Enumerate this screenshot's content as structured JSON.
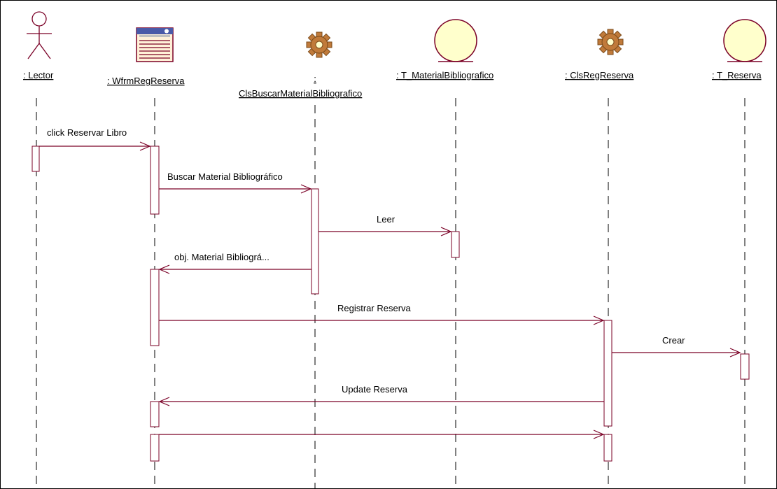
{
  "diagram": {
    "colors": {
      "line": "#7a0026",
      "lifeline": "#000000",
      "gear": "#c07a3a",
      "entity_fill": "#ffffcc",
      "window_fill": "#fff0d8"
    },
    "objects": [
      {
        "id": "lector",
        "label": ":  Lector",
        "icon": "actor-icon"
      },
      {
        "id": "wfrm",
        "label": ": WfrmRegReserva",
        "icon": "boundary-window-icon"
      },
      {
        "id": "buscar",
        "label_line1": ":",
        "label_line2": "ClsBuscarMaterialBibliografico",
        "icon": "control-gear-icon"
      },
      {
        "id": "tmat",
        "label": ": T_MaterialBibliografico",
        "icon": "entity-circle-icon"
      },
      {
        "id": "clsreg",
        "label": ": ClsRegReserva",
        "icon": "control-gear-icon"
      },
      {
        "id": "treserva",
        "label": ": T_Reserva",
        "icon": "entity-circle-icon"
      }
    ],
    "messages": [
      {
        "id": "m1",
        "label": "click Reservar Libro"
      },
      {
        "id": "m2",
        "label": "Buscar Material Bibliográfico"
      },
      {
        "id": "m3",
        "label": "Leer"
      },
      {
        "id": "m4",
        "label": "obj. Material Bibliográ..."
      },
      {
        "id": "m5",
        "label": "Registrar Reserva"
      },
      {
        "id": "m6",
        "label": "Crear"
      },
      {
        "id": "m7",
        "label": "Update Reserva"
      },
      {
        "id": "m8",
        "label": ""
      }
    ]
  }
}
